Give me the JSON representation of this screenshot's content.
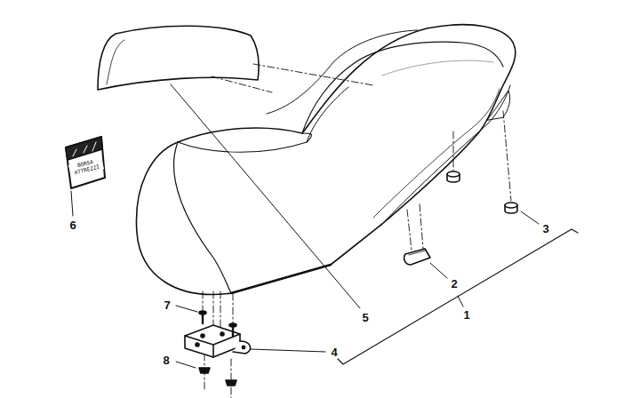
{
  "diagram": {
    "labels": [
      "BORSA ATTREZZI",
      "3",
      "6",
      "2",
      "7",
      "1",
      "5",
      "4",
      "8"
    ]
  }
}
